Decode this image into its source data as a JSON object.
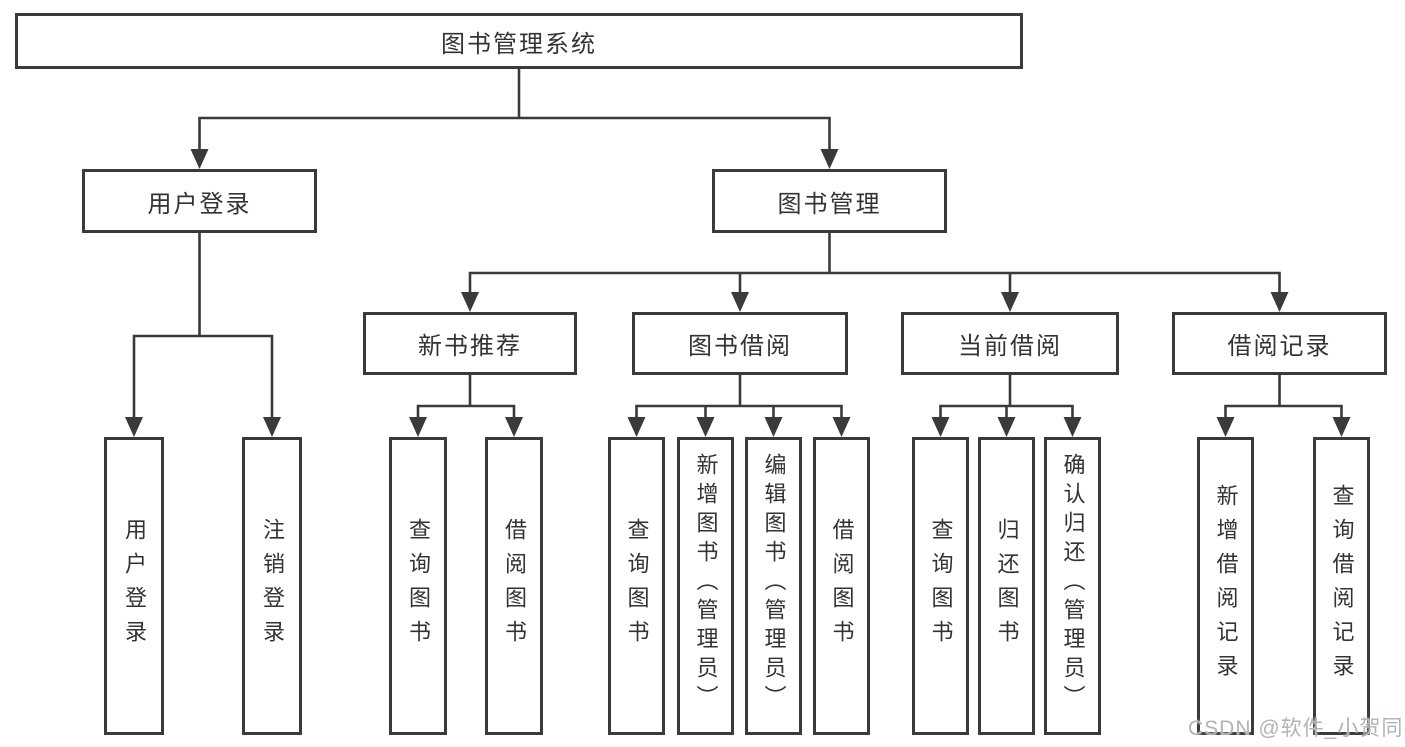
{
  "diagram": {
    "title": "图书管理系统",
    "branches": [
      {
        "label": "用户登录",
        "children": [
          {
            "label": "用户登录"
          },
          {
            "label": "注销登录"
          }
        ]
      },
      {
        "label": "图书管理",
        "children": [
          {
            "label": "新书推荐",
            "children": [
              {
                "label": "查询图书"
              },
              {
                "label": "借阅图书"
              }
            ]
          },
          {
            "label": "图书借阅",
            "children": [
              {
                "label": "查询图书"
              },
              {
                "label": "新增图书（管理员）"
              },
              {
                "label": "编辑图书（管理员）"
              },
              {
                "label": "借阅图书"
              }
            ]
          },
          {
            "label": "当前借阅",
            "children": [
              {
                "label": "查询图书"
              },
              {
                "label": "归还图书"
              },
              {
                "label": "确认归还（管理员）"
              }
            ]
          },
          {
            "label": "借阅记录",
            "children": [
              {
                "label": "新增借阅记录"
              },
              {
                "label": "查询借阅记录"
              }
            ]
          }
        ]
      }
    ]
  },
  "watermark": {
    "text": "CSDN @软件_小贺同学"
  },
  "colors": {
    "line": "#3a3a3a",
    "text": "#333333",
    "watermark": "#aeb4ba",
    "background": "#ffffff"
  }
}
